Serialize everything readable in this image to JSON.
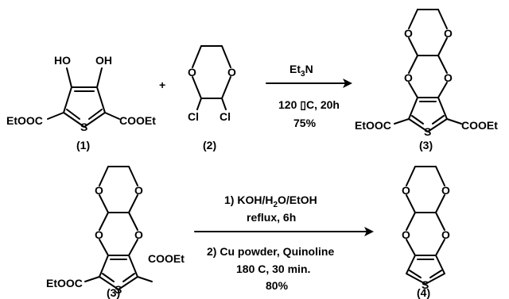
{
  "scheme": {
    "reaction1": {
      "plus": "+",
      "reagent": "Et",
      "reagent_sub": "3",
      "reagent_tail": "N",
      "temp_prefix": "120 ",
      "temp_glyph": "▯",
      "temp_suffix": "C, 20h",
      "yield": "75%"
    },
    "reaction2": {
      "step1_a": "1) KOH/H",
      "step1_sub": "2",
      "step1_b": "O/EtOH",
      "step1_cond": "reflux, 6h",
      "step2": "2) Cu powder, Quinoline",
      "step2_cond": "180 C, 30 min.",
      "yield": "80%"
    },
    "compounds": [
      {
        "id": "(1)",
        "groups": [
          "HO",
          "OH",
          "EtOOC",
          "COOEt",
          "S"
        ]
      },
      {
        "id": "(2)",
        "groups": [
          "O",
          "O",
          "Cl",
          "Cl"
        ]
      },
      {
        "id": "(3)",
        "groups": [
          "O",
          "O",
          "O",
          "O",
          "EtOOC",
          "COOEt",
          "S"
        ]
      },
      {
        "id": "(3)",
        "groups": [
          "O",
          "O",
          "O",
          "O",
          "EtOOC",
          "COOEt",
          "S"
        ]
      },
      {
        "id": "(4)",
        "groups": [
          "O",
          "O",
          "O",
          "O",
          "S"
        ]
      }
    ]
  }
}
